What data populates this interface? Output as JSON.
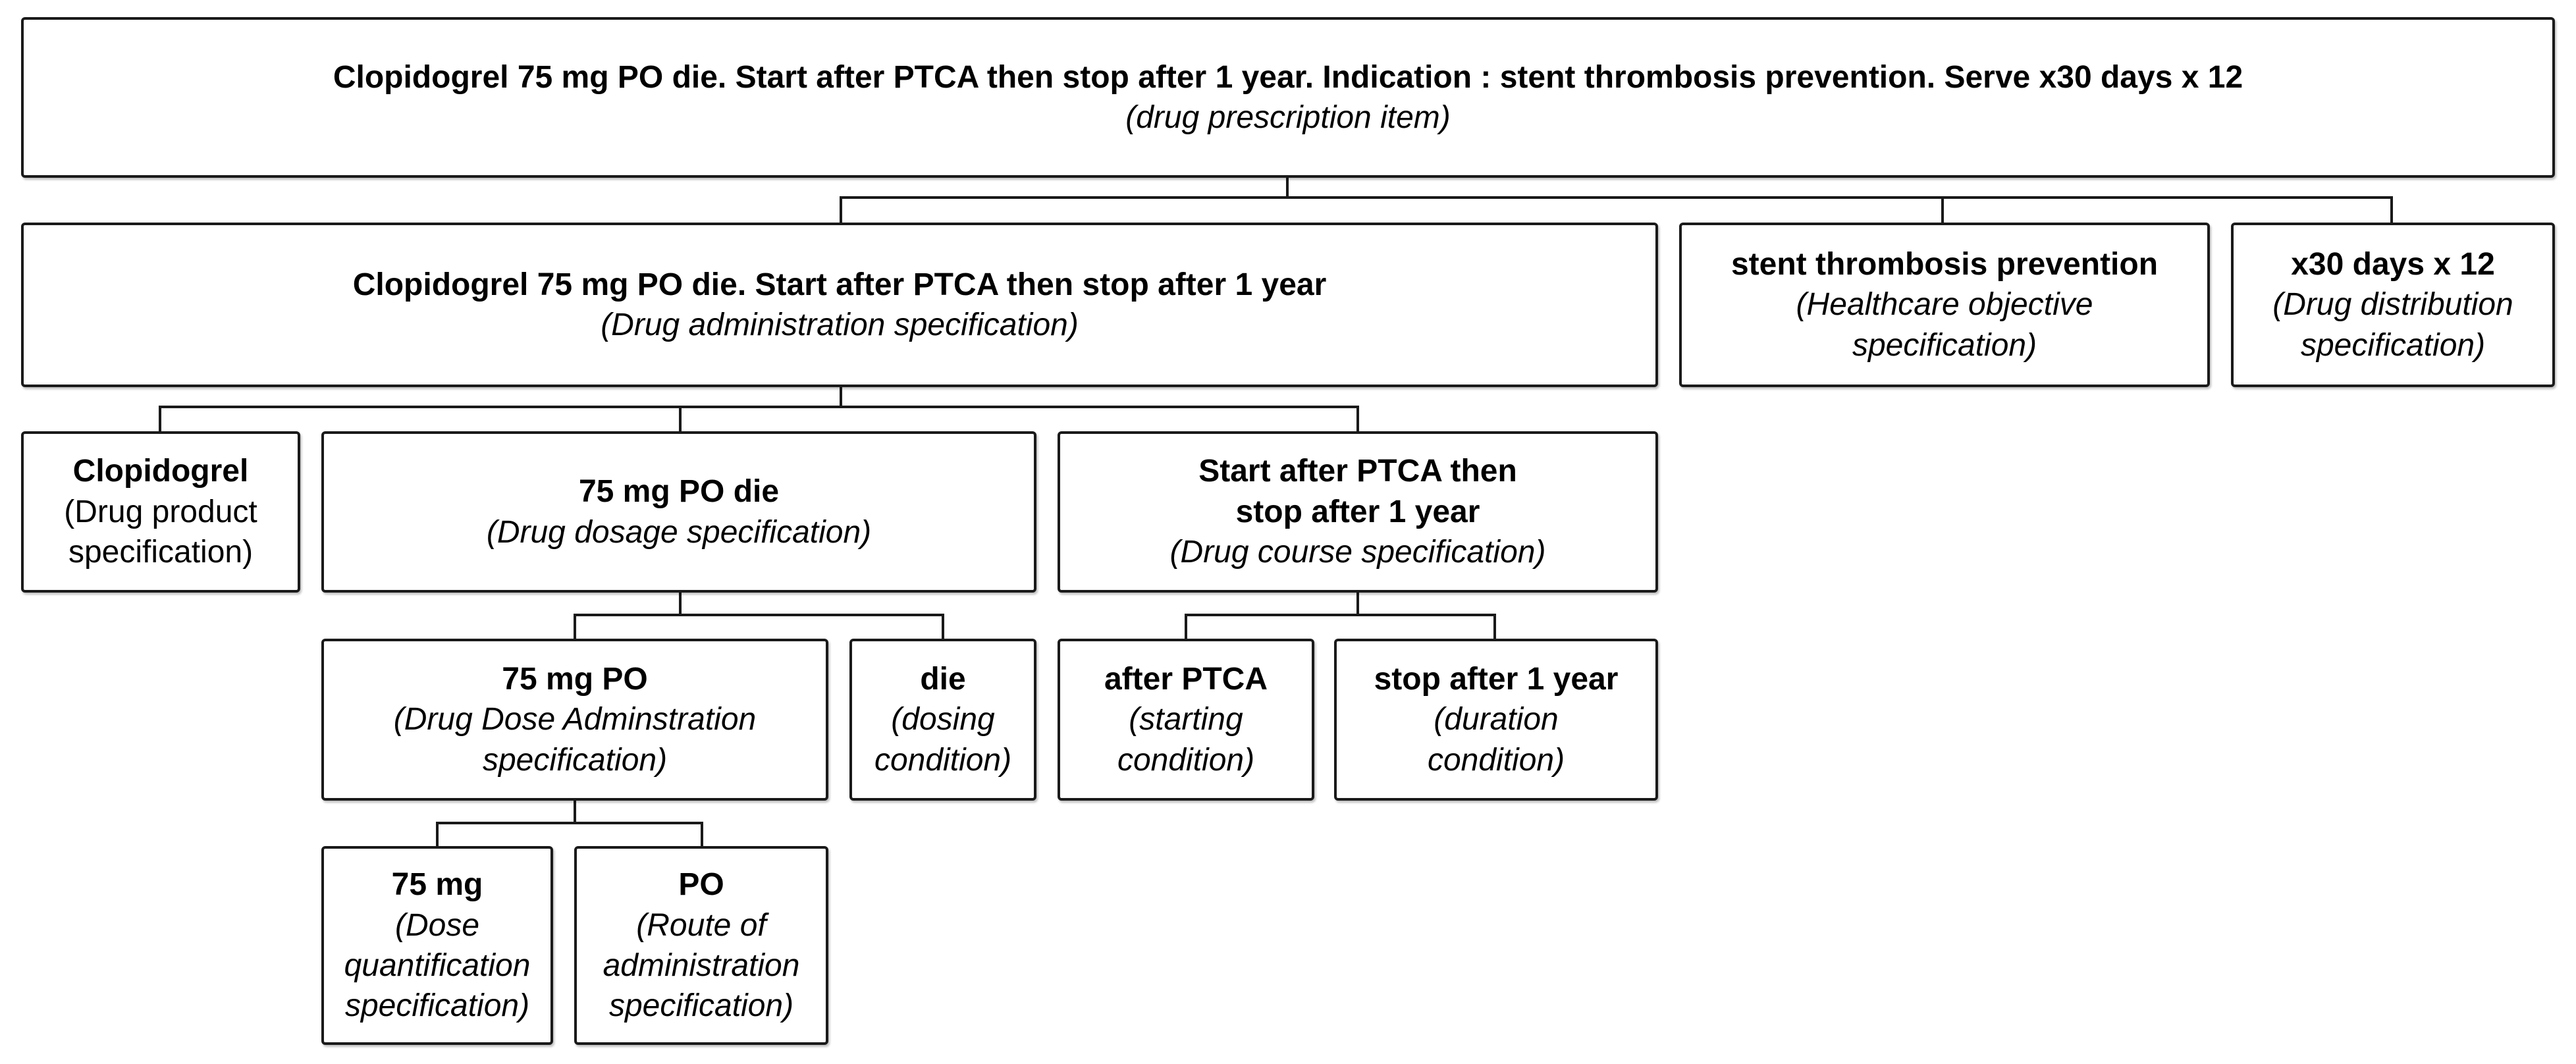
{
  "nodes": {
    "root": {
      "title": "Clopidogrel 75 mg PO die. Start after PTCA then stop after 1 year. Indication : stent thrombosis prevention. Serve x30 days x 12",
      "role": "(drug prescription item)"
    },
    "admin": {
      "title": "Clopidogrel 75 mg PO die. Start after PTCA then stop after 1 year",
      "role": "(Drug administration specification)"
    },
    "objective": {
      "title": "stent thrombosis prevention",
      "role_line1": "(Healthcare objective",
      "role_line2": "specification)"
    },
    "distribution": {
      "title": "x30 days x 12",
      "role_line1": "(Drug distribution",
      "role_line2": "specification)"
    },
    "product": {
      "title": "Clopidogrel",
      "role_line1": "(Drug product",
      "role_line2": "specification)"
    },
    "dosage": {
      "title": "75 mg PO die",
      "role": "(Drug dosage specification)"
    },
    "course": {
      "title_line1": "Start after PTCA then",
      "title_line2": "stop after 1 year",
      "role": "(Drug course specification)"
    },
    "dose_admin": {
      "title": "75 mg PO",
      "role_line1": "(Drug Dose Adminstration",
      "role_line2": "specification)"
    },
    "die": {
      "title": "die",
      "role_line1": "(dosing",
      "role_line2": "condition)"
    },
    "after_ptca": {
      "title": "after PTCA",
      "role_line1": "(starting",
      "role_line2": "condition)"
    },
    "stop": {
      "title": "stop after 1 year",
      "role_line1": "(duration",
      "role_line2": "condition)"
    },
    "dose_qty": {
      "title": "75 mg",
      "role_line1": "(Dose",
      "role_line2": "quantification",
      "role_line3": "specification)"
    },
    "route": {
      "title": "PO",
      "role_line1": "(Route of",
      "role_line2": "administration",
      "role_line3": "specification)"
    }
  }
}
